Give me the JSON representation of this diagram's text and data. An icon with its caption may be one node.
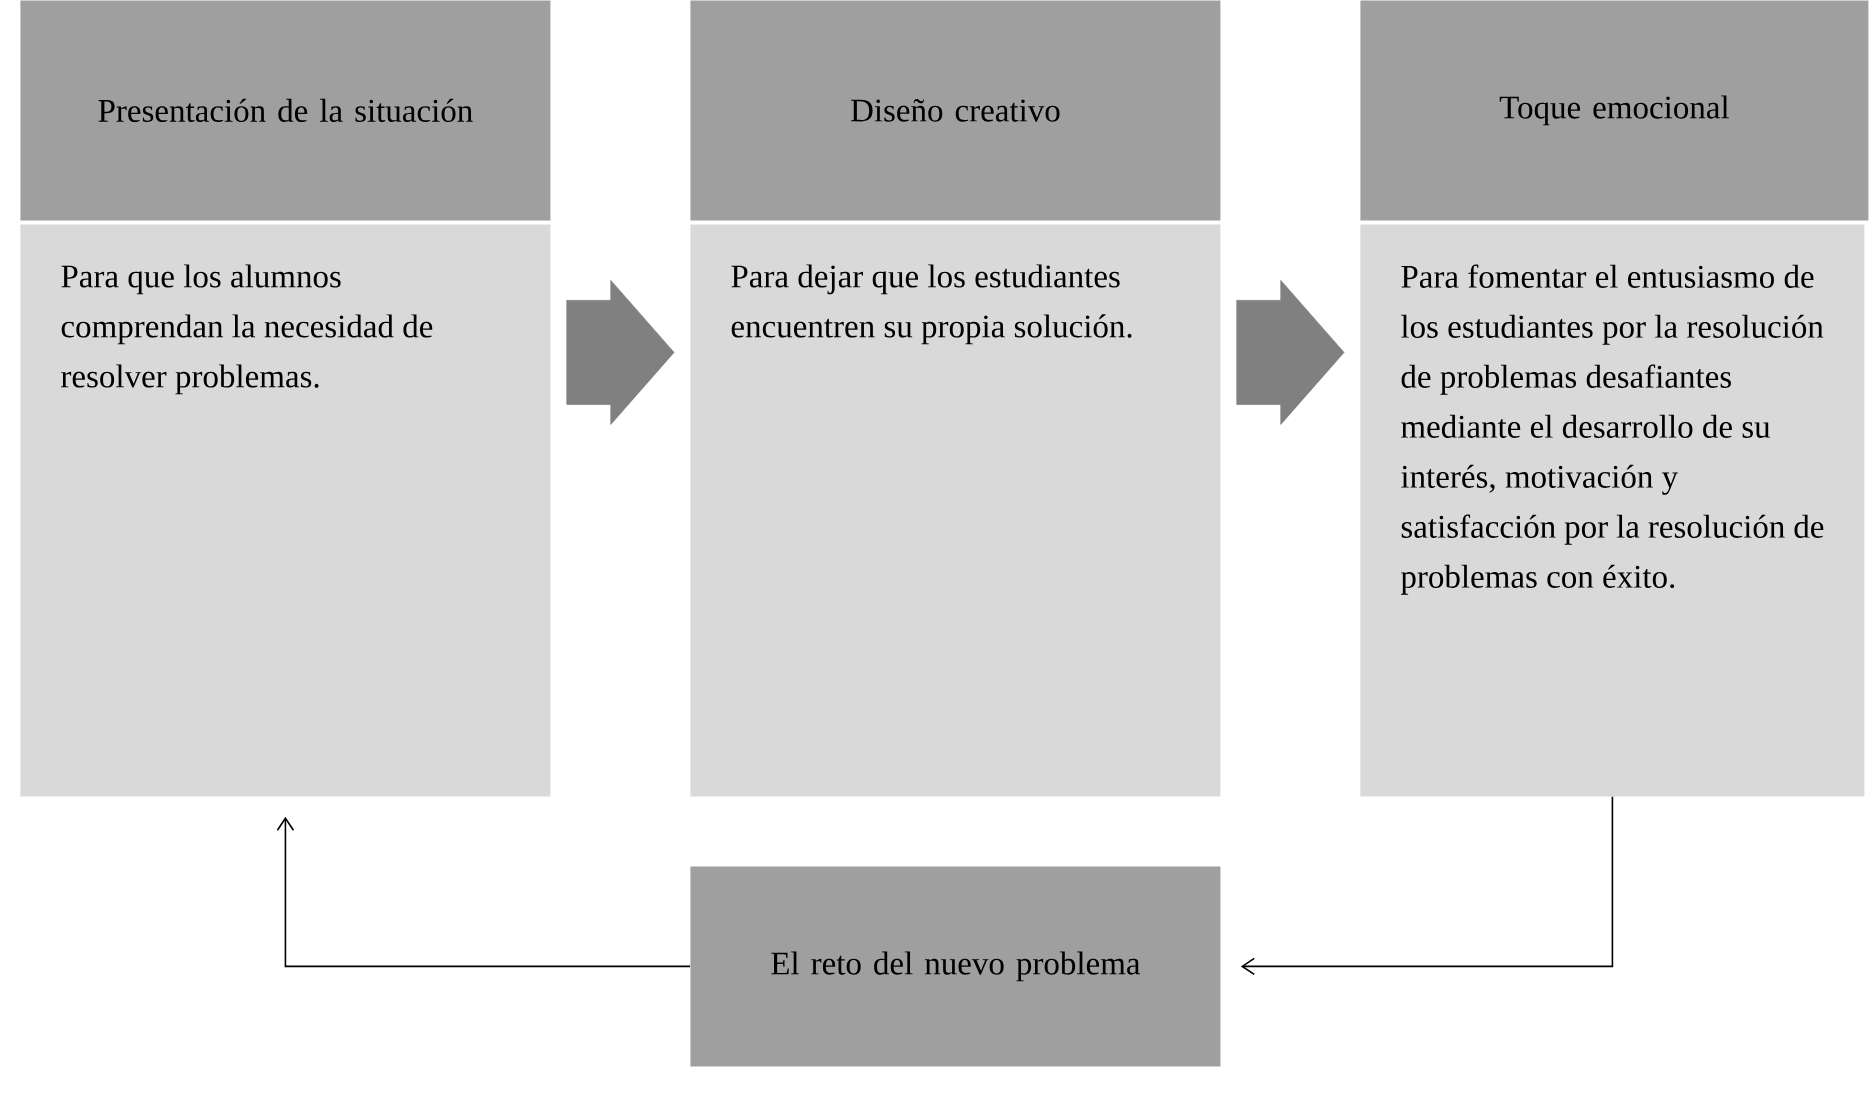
{
  "diagram": {
    "nodes": [
      {
        "text": [
          "Presentación de la situación"
        ]
      },
      {
        "text": [
          "Para que los alumnos comprendan la necesidad de resolver problemas."
        ]
      },
      {
        "text": [
          "Diseño creativo"
        ]
      },
      {
        "text": [
          "Para dejar que los estudiantes encuentren su propia solución."
        ]
      },
      {
        "text": [
          "Toque emocional"
        ]
      },
      {
        "text": [
          "Para fomentar el entusiasmo de los estudiantes por la resolución de problemas desafiantes mediante el desarrollo de su interés, motivación y satisfacción por la resolución de problemas con éxito."
        ]
      },
      {
        "text": [
          "El reto del nuevo problema"
        ]
      }
    ],
    "edges": [
      {
        "from": 1,
        "to": 3,
        "arrow": "to",
        "style": "thick",
        "color": "#808080"
      },
      {
        "from": 3,
        "to": 5,
        "arrow": "to",
        "style": "thick",
        "color": "#808080"
      },
      {
        "from": 5,
        "to": 6,
        "arrow": "to"
      },
      {
        "from": 6,
        "to": 1,
        "arrow": "to"
      }
    ]
  }
}
